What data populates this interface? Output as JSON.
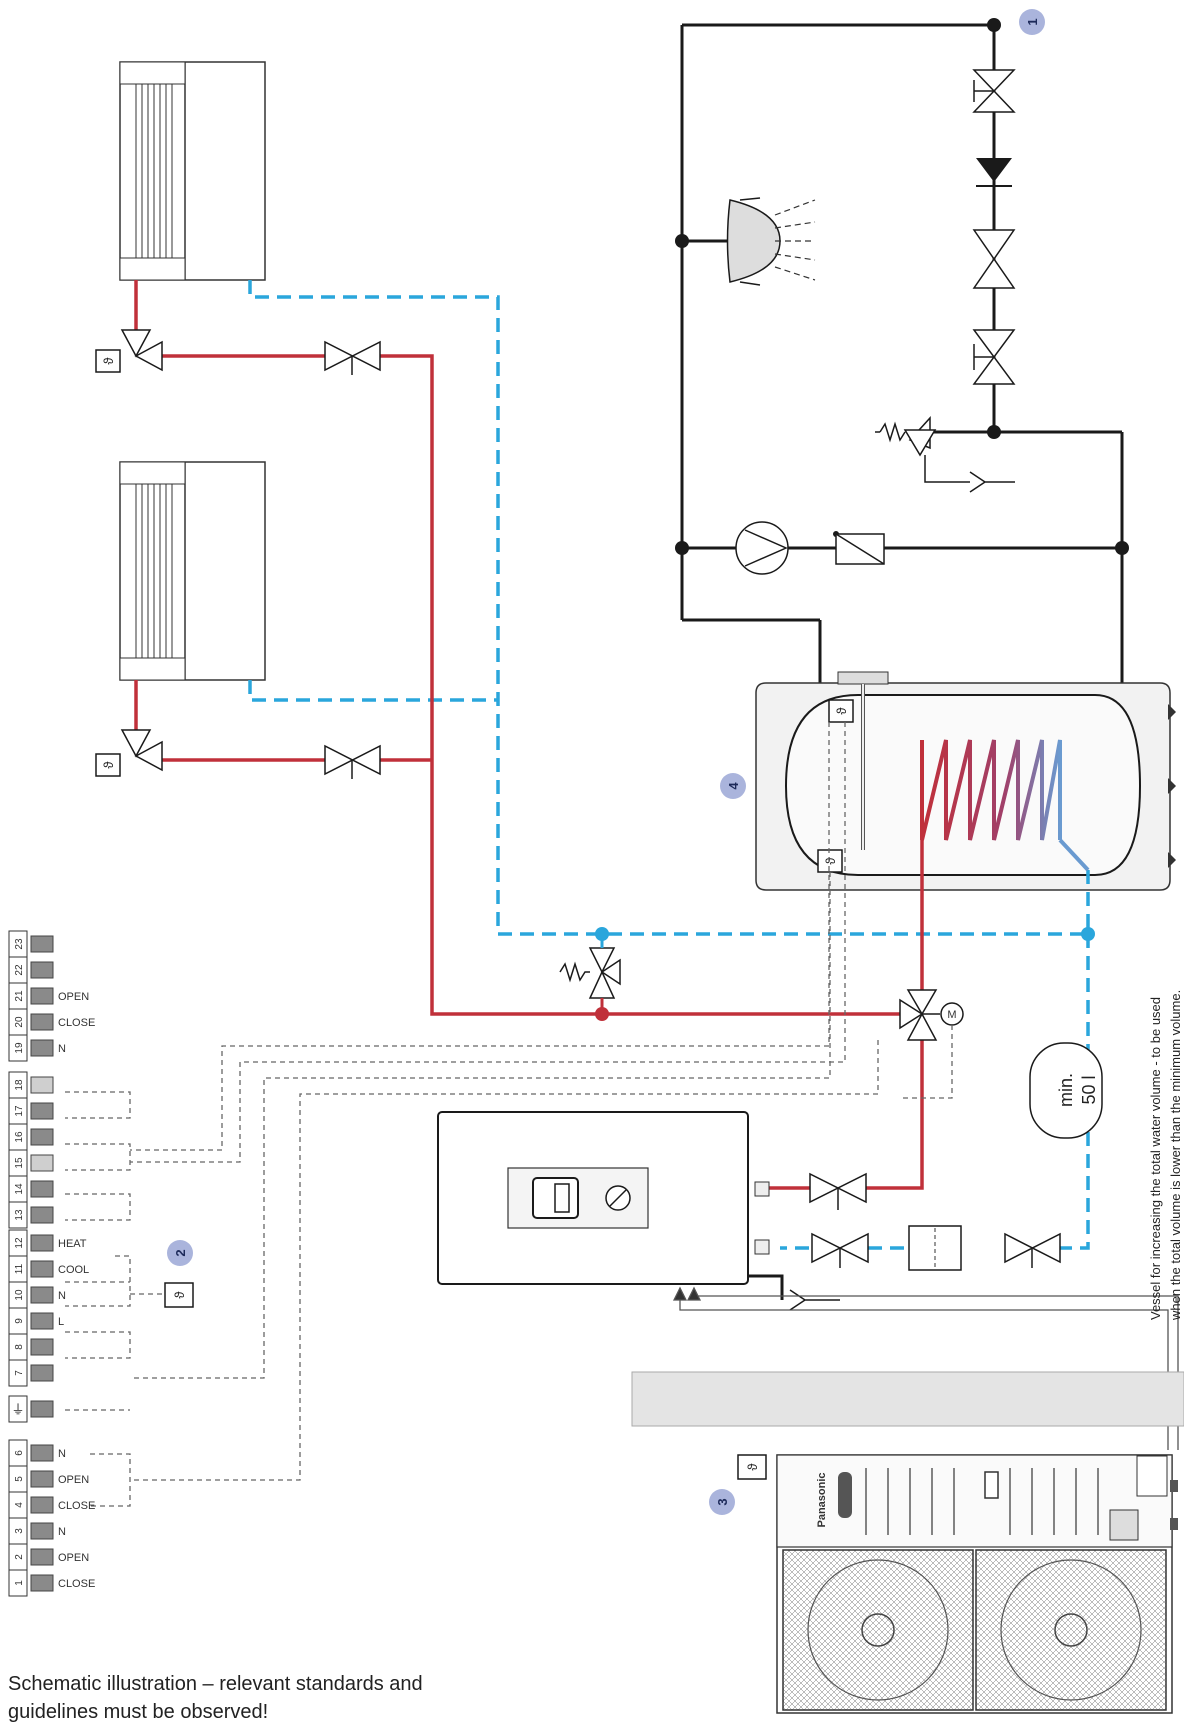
{
  "colors": {
    "supply_red": "#c0303a",
    "return_blue": "#2aa6dc",
    "dhw_black": "#1a1a1a",
    "signal_gray": "#666666",
    "badge_fill": "#aab4dc"
  },
  "badges": [
    "1",
    "2",
    "3",
    "4"
  ],
  "sensor_symbol": "ϑ",
  "terminal_block_a": {
    "numbers": [
      "19",
      "20",
      "21",
      "22",
      "23"
    ],
    "labels": [
      "N",
      "CLOSE",
      "OPEN",
      "",
      ""
    ]
  },
  "terminal_block_b": {
    "numbers": [
      "13",
      "14",
      "15",
      "16",
      "17",
      "18"
    ]
  },
  "terminal_block_c": {
    "numbers": [
      "7",
      "8",
      "9",
      "10",
      "11",
      "12"
    ],
    "labels": [
      "",
      "",
      "L",
      "N",
      "COOL",
      "HEAT"
    ]
  },
  "ground_symbol": "⏚",
  "terminal_block_d": {
    "numbers": [
      "1",
      "2",
      "3",
      "4",
      "5",
      "6"
    ],
    "labels": [
      "CLOSE",
      "OPEN",
      "N",
      "CLOSE",
      "OPEN",
      "N"
    ]
  },
  "motor_label": "M",
  "buffer_vessel": {
    "line1": "min.",
    "line2": "50 l"
  },
  "side_note": {
    "line1": "Vessel for increasing the total water volume - to be used",
    "line2": "when the total volume is lower than the minimum volume."
  },
  "outdoor_unit": {
    "brand": "Panasonic"
  },
  "footer_note": {
    "line1": "Schematic illustration – relevant standards and",
    "line2": "guidelines must be observed!"
  }
}
